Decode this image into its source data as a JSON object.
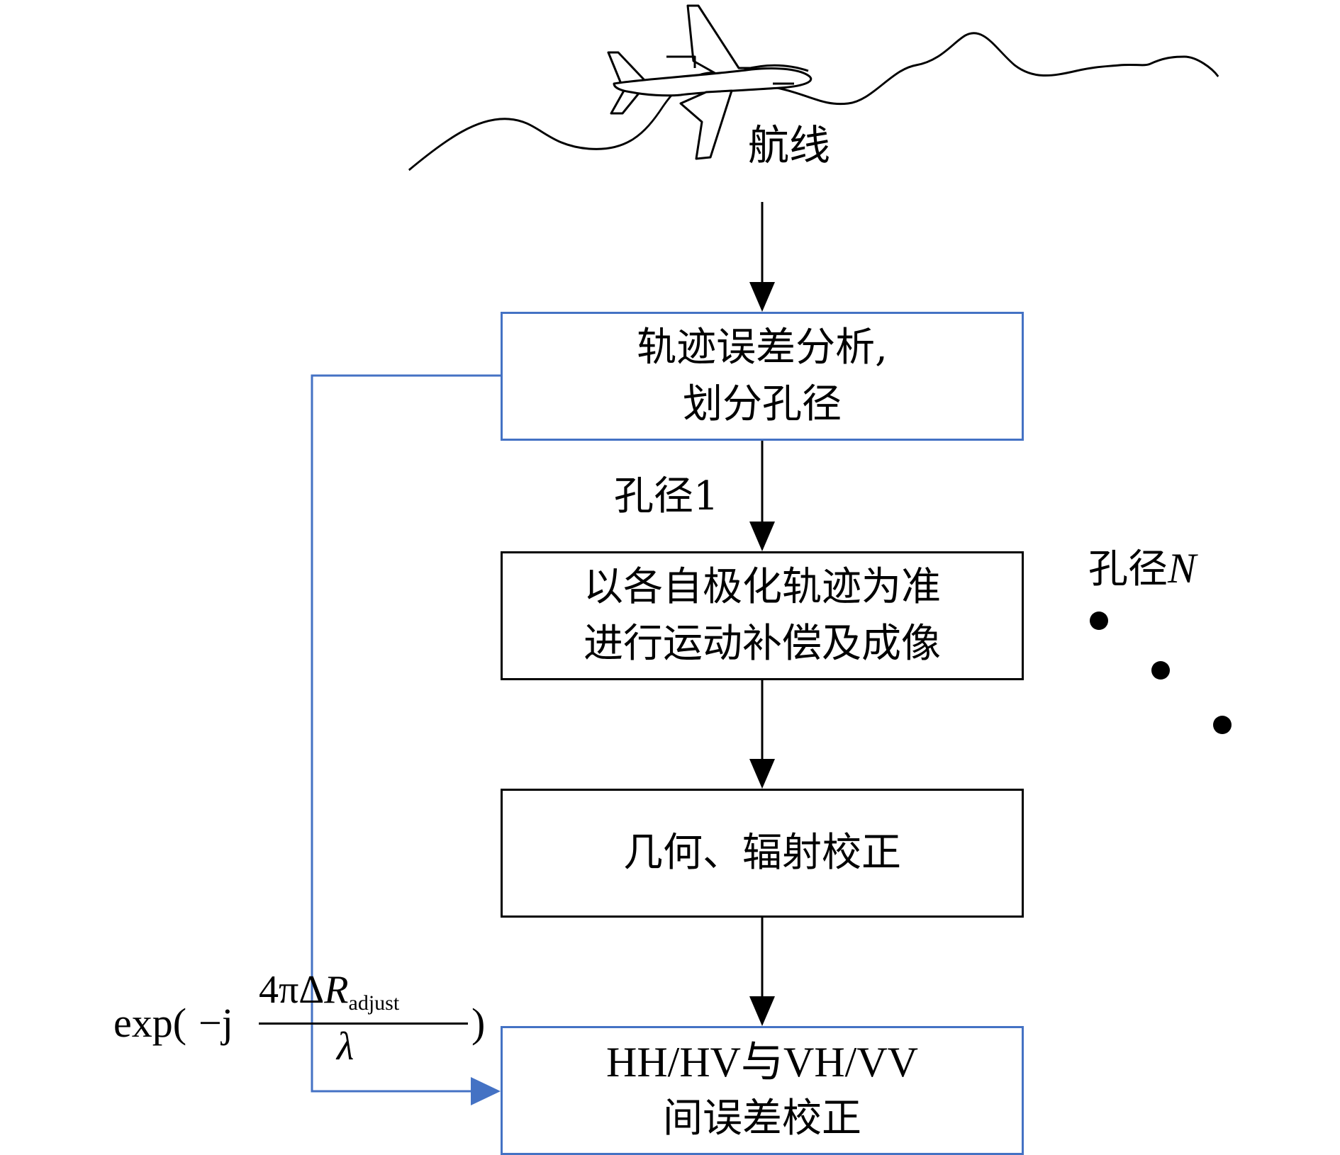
{
  "route": {
    "label": "航线"
  },
  "box1": {
    "line1": "轨迹误差分析,",
    "line2": "划分孔径"
  },
  "aperture1": {
    "label": "孔径1"
  },
  "apertureN": {
    "prefix": "孔径",
    "var": "N"
  },
  "box2": {
    "line1": "以各自极化轨迹为准",
    "line2": "进行运动补偿及成像"
  },
  "box3": {
    "line1": "几何、辐射校正"
  },
  "box4": {
    "line1": "HH/HV与VH/VV",
    "line2": "间误差校正"
  },
  "formula": {
    "func": "exp(",
    "neg_j": "−j",
    "numerator_prefix": "4πΔ",
    "numerator_var": "R",
    "numerator_sub": "adjust",
    "denominator": "λ",
    "close": ")"
  },
  "colors": {
    "blue": "#4472c4",
    "black": "#000000"
  }
}
